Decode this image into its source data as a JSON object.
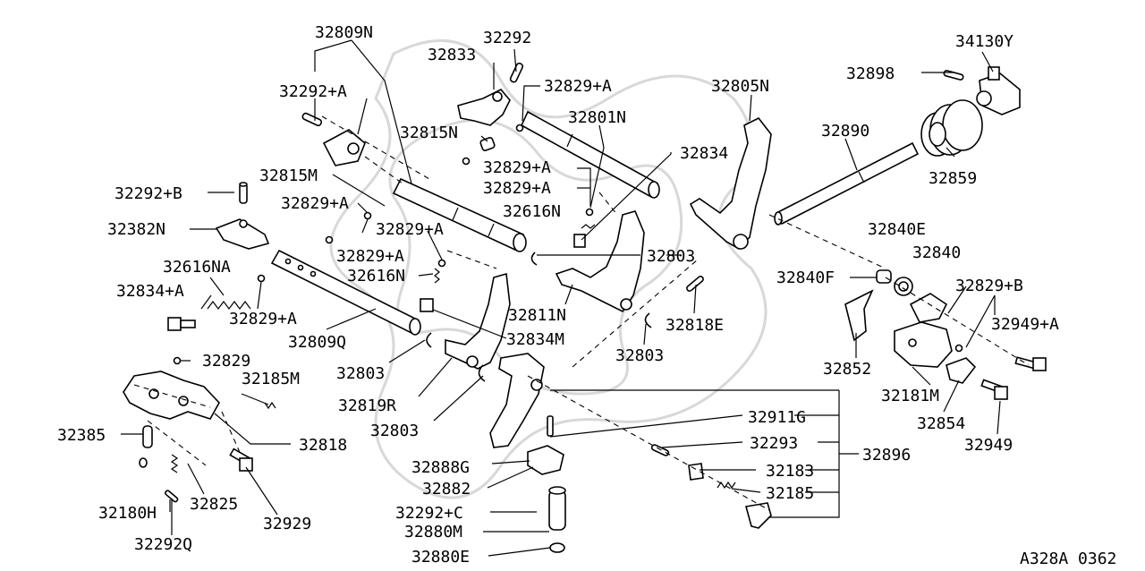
{
  "diagram": {
    "reference_code": "A328A 0362",
    "parts": {
      "p32809N": "32809N",
      "p32292": "32292",
      "p32833": "32833",
      "p32829A_1": "32829+A",
      "p32805N": "32805N",
      "p34130Y": "34130Y",
      "p32898": "32898",
      "p32292A": "32292+A",
      "p32801N": "32801N",
      "p32815N": "32815N",
      "p32834": "32834",
      "p32890": "32890",
      "p32829A_2": "32829+A",
      "p32829A_3": "32829+A",
      "p32859": "32859",
      "p32815M": "32815M",
      "p32292B": "32292+B",
      "p32829A_4": "32829+A",
      "p32616N_1": "32616N",
      "p32840E": "32840E",
      "p32829A_5": "32829+A",
      "p32382N": "32382N",
      "p32840": "32840",
      "p32829A_6": "32829+A",
      "p32803_1": "32803",
      "p32616NA": "32616NA",
      "p32616N_2": "32616N",
      "p32840F": "32840F",
      "p32829B": "32829+B",
      "p32834A": "32834+A",
      "p32811N": "32811N",
      "p32829A_7": "32829+A",
      "p32818E": "32818E",
      "p32949A": "32949+A",
      "p32834M": "32834M",
      "p32809Q": "32809Q",
      "p32803_2": "32803",
      "p32852": "32852",
      "p32829": "32829",
      "p32803_3": "32803",
      "p32185M": "32185M",
      "p32181M": "32181M",
      "p32819R": "32819R",
      "p32911G": "32911G",
      "p32854": "32854",
      "p32803_4": "32803",
      "p32385": "32385",
      "p32818": "32818",
      "p32949": "32949",
      "p32293": "32293",
      "p32896": "32896",
      "p32888G": "32888G",
      "p32183": "32183",
      "p32882": "32882",
      "p32185": "32185",
      "p32180H": "32180H",
      "p32825": "32825",
      "p32292C": "32292+C",
      "p32929": "32929",
      "p32880M": "32880M",
      "p32292Q": "32292Q",
      "p32880E": "32880E"
    }
  }
}
